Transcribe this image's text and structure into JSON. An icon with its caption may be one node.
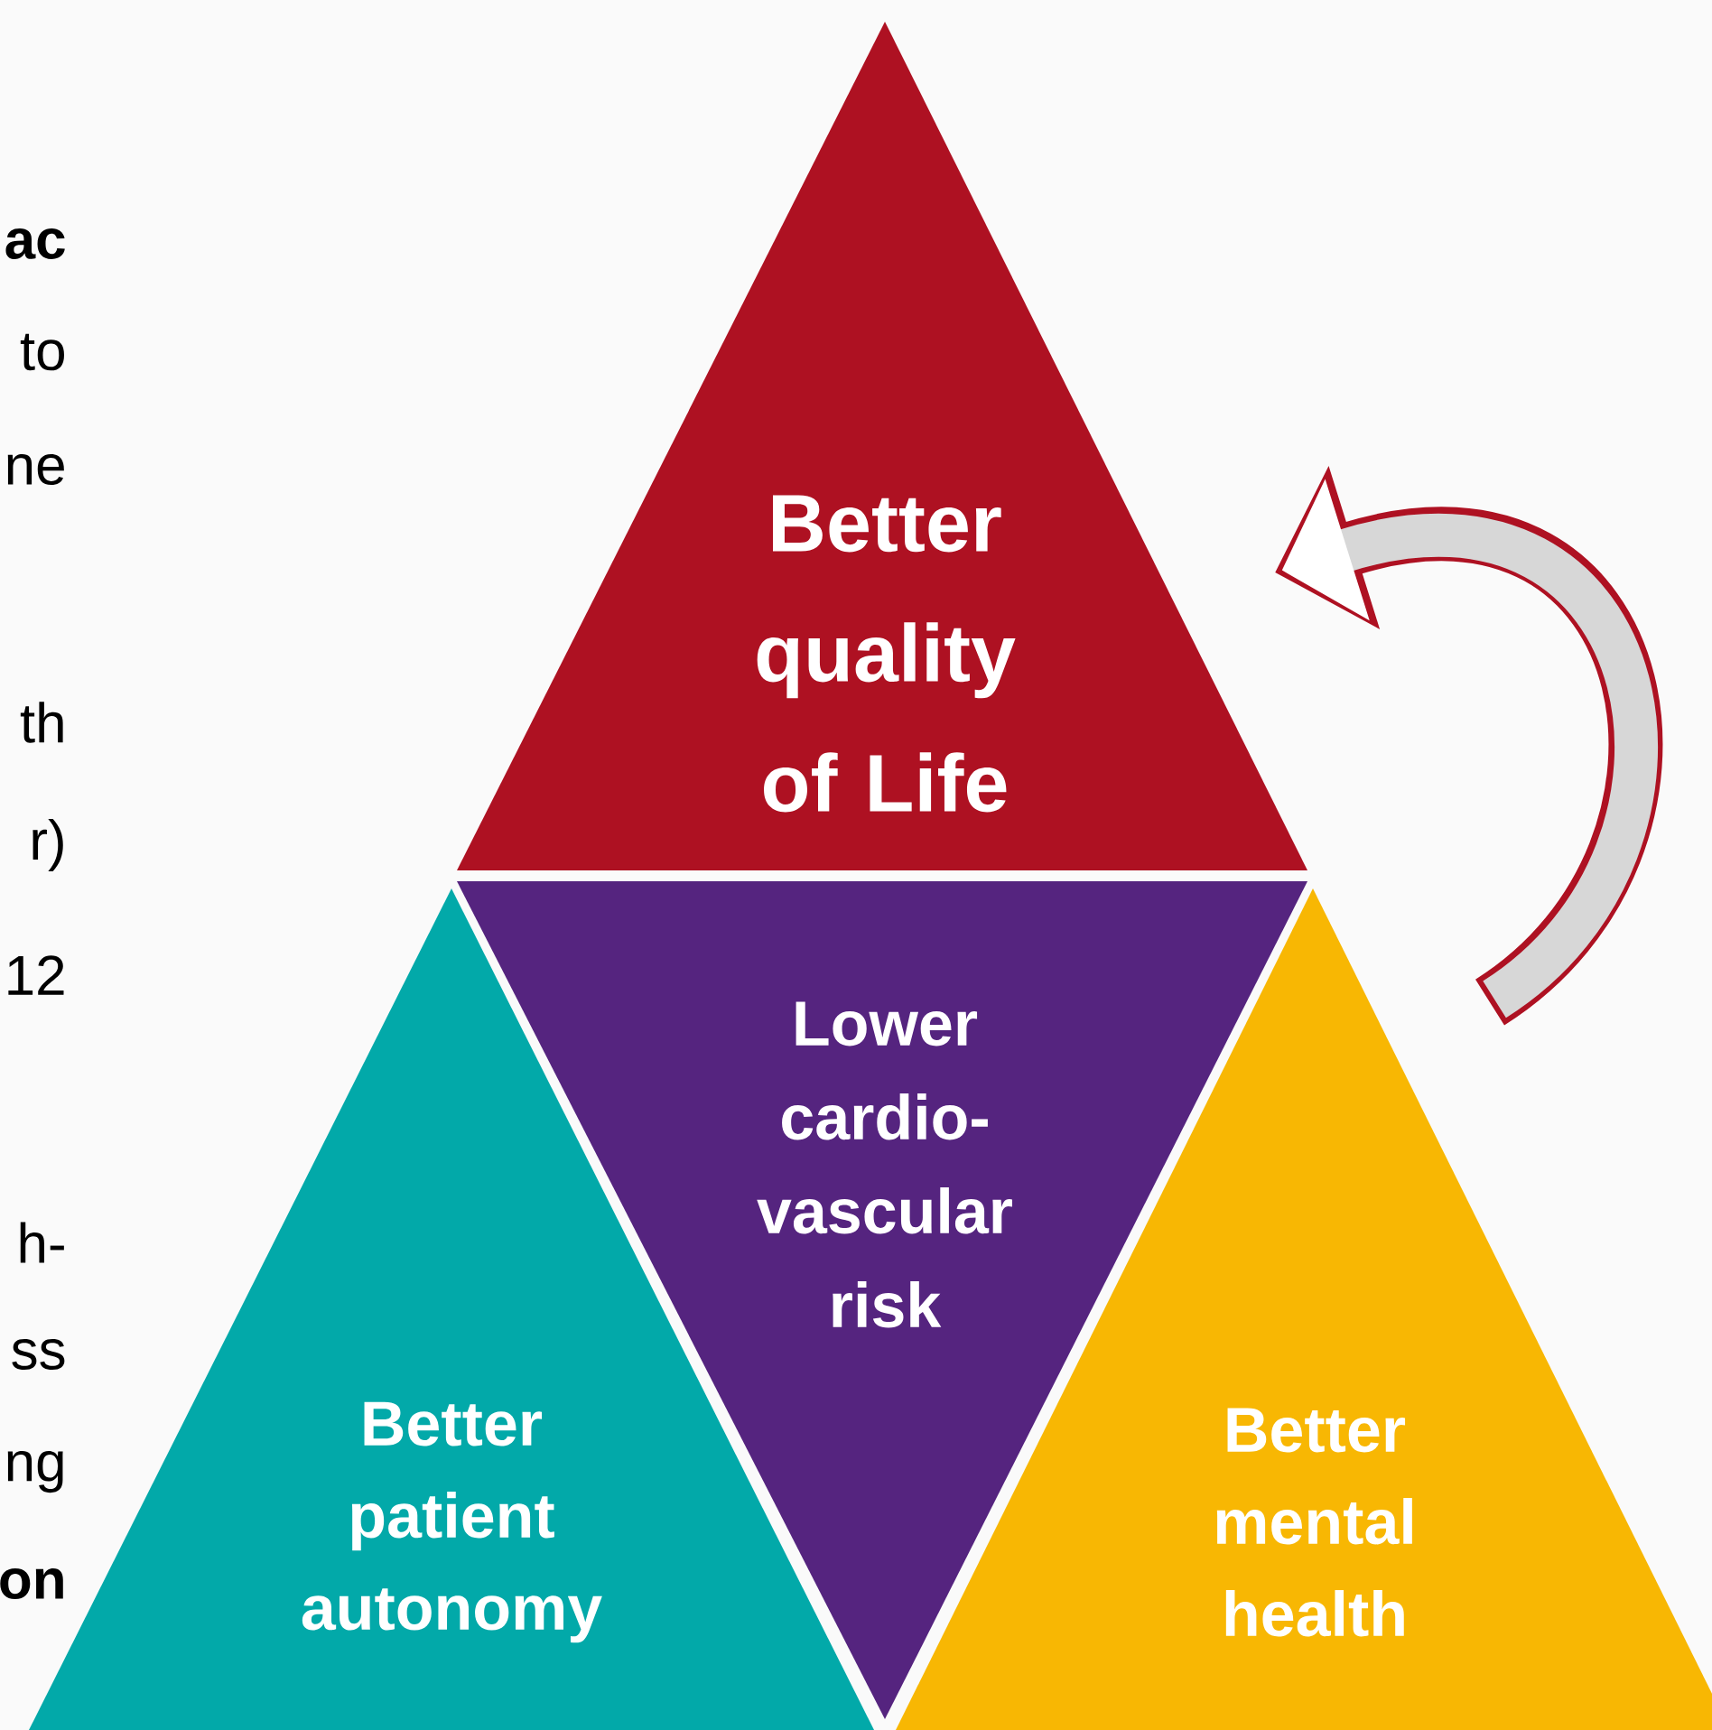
{
  "diagram": {
    "nodes": [
      {
        "text": [
          "Better quality of Life"
        ]
      },
      {
        "text": [
          "Lower cardio-vascular risk"
        ]
      },
      {
        "text": [
          "Better patient autonomy"
        ]
      },
      {
        "text": [
          "Better mental health"
        ]
      }
    ],
    "edges": [
      {
        "from": 3,
        "to": 0,
        "arrow": "to"
      }
    ],
    "labels": [
      "ac",
      "to",
      "ne",
      "th",
      "r)",
      "12",
      "h-",
      "ss",
      "ng",
      "on"
    ]
  }
}
